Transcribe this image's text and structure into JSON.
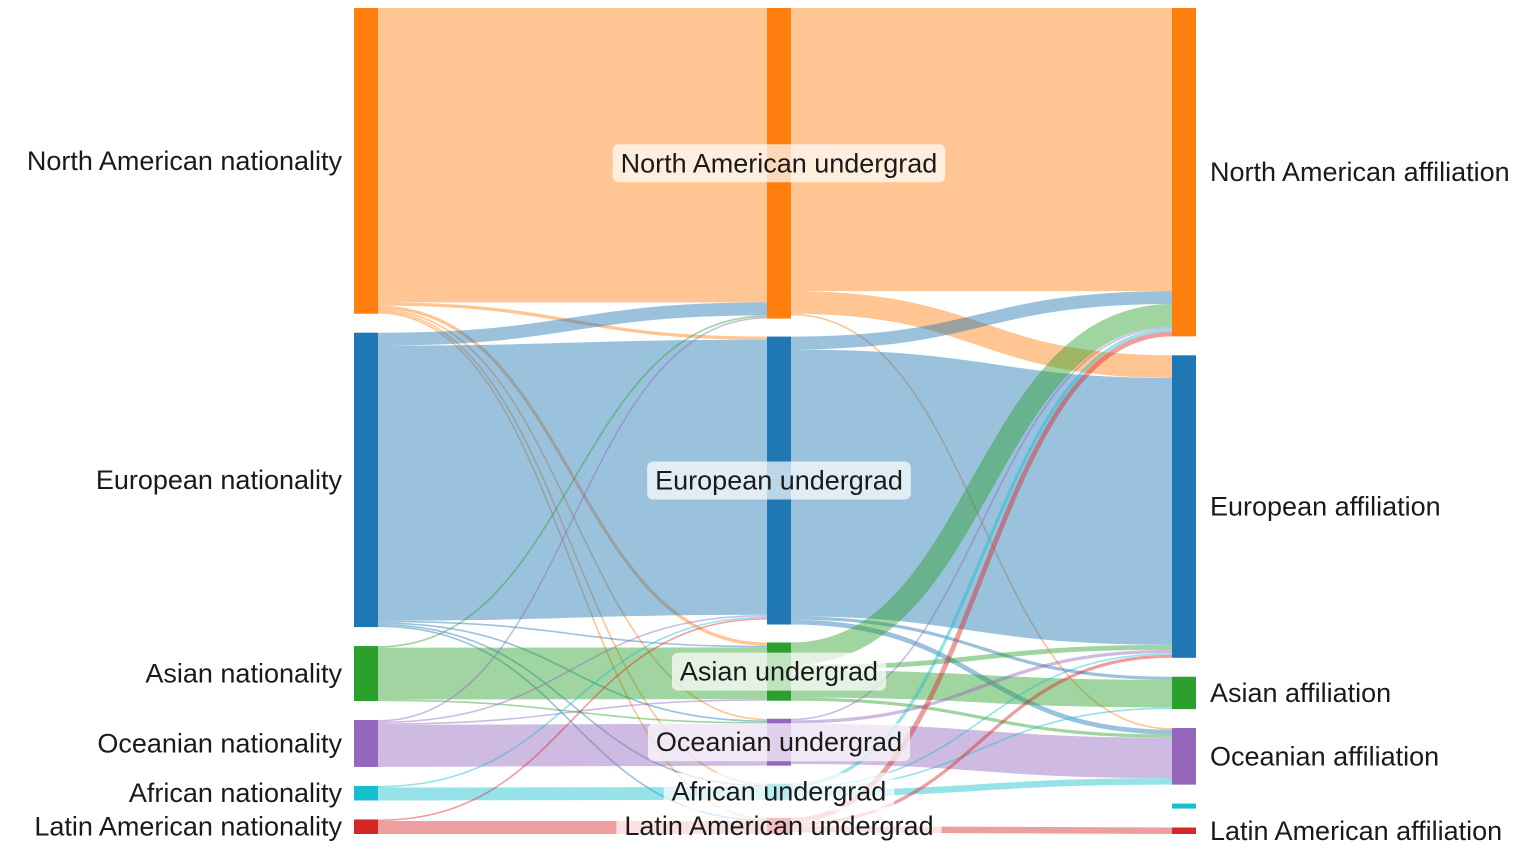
{
  "chart_data": {
    "type": "sankey",
    "columns": [
      {
        "nodes": [
          {
            "id": "na_nat",
            "label": "North American nationality",
            "color": "#ff7f0e"
          },
          {
            "id": "eu_nat",
            "label": "European nationality",
            "color": "#1f77b4"
          },
          {
            "id": "as_nat",
            "label": "Asian nationality",
            "color": "#2ca02c"
          },
          {
            "id": "oc_nat",
            "label": "Oceanian nationality",
            "color": "#9467bd"
          },
          {
            "id": "af_nat",
            "label": "African nationality",
            "color": "#17becf"
          },
          {
            "id": "la_nat",
            "label": "Latin American nationality",
            "color": "#d62728"
          }
        ]
      },
      {
        "nodes": [
          {
            "id": "na_ug",
            "label": "North American undergrad",
            "color": "#ff7f0e"
          },
          {
            "id": "eu_ug",
            "label": "European undergrad",
            "color": "#1f77b4"
          },
          {
            "id": "as_ug",
            "label": "Asian undergrad",
            "color": "#2ca02c"
          },
          {
            "id": "oc_ug",
            "label": "Oceanian undergrad",
            "color": "#9467bd"
          },
          {
            "id": "af_ug",
            "label": "African undergrad",
            "color": "#17becf"
          },
          {
            "id": "la_ug",
            "label": "Latin American undergrad",
            "color": "#d62728"
          }
        ]
      },
      {
        "nodes": [
          {
            "id": "na_aff",
            "label": "North American affiliation",
            "color": "#ff7f0e"
          },
          {
            "id": "eu_aff",
            "label": "European affiliation",
            "color": "#1f77b4"
          },
          {
            "id": "as_aff",
            "label": "Asian affiliation",
            "color": "#2ca02c"
          },
          {
            "id": "oc_aff",
            "label": "Oceanian affiliation",
            "color": "#9467bd"
          },
          {
            "id": "af_aff",
            "label": "",
            "color": "#17becf"
          },
          {
            "id": "la_aff",
            "label": "Latin American affiliation",
            "color": "#d62728"
          }
        ]
      }
    ],
    "links": [
      {
        "source": "na_nat",
        "target": "na_ug",
        "value": 182
      },
      {
        "source": "na_nat",
        "target": "eu_ug",
        "value": 2
      },
      {
        "source": "na_nat",
        "target": "as_ug",
        "value": 2
      },
      {
        "source": "na_nat",
        "target": "oc_ug",
        "value": 1
      },
      {
        "source": "na_nat",
        "target": "af_ug",
        "value": 1
      },
      {
        "source": "na_nat",
        "target": "la_ug",
        "value": 1
      },
      {
        "source": "eu_nat",
        "target": "na_ug",
        "value": 8
      },
      {
        "source": "eu_nat",
        "target": "eu_ug",
        "value": 170
      },
      {
        "source": "eu_nat",
        "target": "as_ug",
        "value": 1
      },
      {
        "source": "eu_nat",
        "target": "oc_ug",
        "value": 1
      },
      {
        "source": "eu_nat",
        "target": "af_ug",
        "value": 1
      },
      {
        "source": "eu_nat",
        "target": "la_ug",
        "value": 1
      },
      {
        "source": "as_nat",
        "target": "na_ug",
        "value": 1
      },
      {
        "source": "as_nat",
        "target": "as_ug",
        "value": 32
      },
      {
        "source": "as_nat",
        "target": "oc_ug",
        "value": 1
      },
      {
        "source": "oc_nat",
        "target": "na_ug",
        "value": 1
      },
      {
        "source": "oc_nat",
        "target": "eu_ug",
        "value": 1
      },
      {
        "source": "oc_nat",
        "target": "as_ug",
        "value": 1
      },
      {
        "source": "oc_nat",
        "target": "oc_ug",
        "value": 26
      },
      {
        "source": "af_nat",
        "target": "eu_ug",
        "value": 1
      },
      {
        "source": "af_nat",
        "target": "af_ug",
        "value": 8
      },
      {
        "source": "la_nat",
        "target": "eu_ug",
        "value": 1
      },
      {
        "source": "la_nat",
        "target": "la_ug",
        "value": 8
      },
      {
        "source": "na_ug",
        "target": "na_aff",
        "value": 175
      },
      {
        "source": "na_ug",
        "target": "eu_aff",
        "value": 14
      },
      {
        "source": "na_ug",
        "target": "oc_aff",
        "value": 1
      },
      {
        "source": "eu_ug",
        "target": "na_aff",
        "value": 8
      },
      {
        "source": "eu_ug",
        "target": "eu_aff",
        "value": 165
      },
      {
        "source": "eu_ug",
        "target": "as_aff",
        "value": 2
      },
      {
        "source": "eu_ug",
        "target": "oc_aff",
        "value": 3
      },
      {
        "source": "as_ug",
        "target": "na_aff",
        "value": 14
      },
      {
        "source": "as_ug",
        "target": "eu_aff",
        "value": 3
      },
      {
        "source": "as_ug",
        "target": "as_aff",
        "value": 17
      },
      {
        "source": "as_ug",
        "target": "oc_aff",
        "value": 2
      },
      {
        "source": "oc_ug",
        "target": "na_aff",
        "value": 1
      },
      {
        "source": "oc_ug",
        "target": "eu_aff",
        "value": 2
      },
      {
        "source": "oc_ug",
        "target": "oc_aff",
        "value": 25
      },
      {
        "source": "af_ug",
        "target": "na_aff",
        "value": 2
      },
      {
        "source": "af_ug",
        "target": "eu_aff",
        "value": 1
      },
      {
        "source": "af_ug",
        "target": "as_aff",
        "value": 1
      },
      {
        "source": "af_ug",
        "target": "oc_aff",
        "value": 4
      },
      {
        "source": "la_ug",
        "target": "na_aff",
        "value": 3
      },
      {
        "source": "la_ug",
        "target": "eu_aff",
        "value": 2
      },
      {
        "source": "la_ug",
        "target": "la_aff",
        "value": 4
      }
    ]
  }
}
